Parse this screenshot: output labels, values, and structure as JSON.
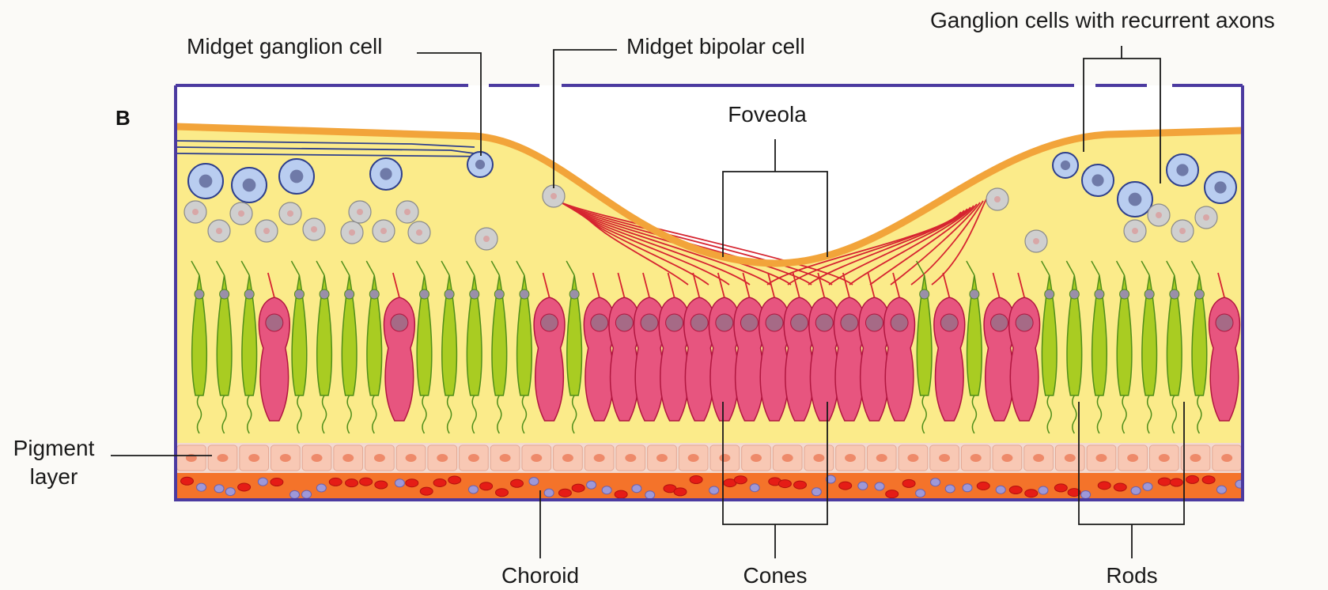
{
  "panel_letter": "B",
  "labels": {
    "midget_ganglion_cell": "Midget ganglion cell",
    "midget_bipolar_cell": "Midget bipolar cell",
    "ganglion_recurrent": "Ganglion cells with recurrent axons",
    "foveola": "Foveola",
    "pigment_layer_line1": "Pigment",
    "pigment_layer_line2": "layer",
    "choroid": "Choroid",
    "cones": "Cones",
    "rods": "Rods"
  },
  "colors": {
    "frame": "#4b3aa0",
    "retina_fill": "#fbeb8a",
    "inner_limiting": "#f2a43a",
    "rod_green": "#a9cc22",
    "rod_outline": "#4f8e1a",
    "cone_pink": "#e7557f",
    "cone_outline": "#b0163f",
    "cone_axon": "#d62430",
    "ganglion_blue": "#b9cdf0",
    "ganglion_outline": "#2e3f8c",
    "bipolar_gray": "#cfcfcf",
    "pigment_cell": "#f8c8b4",
    "choroid_base": "#f4732a",
    "choroid_red_cell": "#e51c16",
    "choroid_violet_cell": "#9e98d8"
  },
  "rows": {
    "photoreceptors": [
      "rod",
      "rod",
      "rod",
      "cone",
      "rod",
      "rod",
      "rod",
      "rod",
      "cone",
      "rod",
      "rod",
      "rod",
      "rod",
      "rod",
      "cone",
      "rod",
      "cone",
      "cone",
      "cone",
      "cone",
      "cone",
      "cone",
      "cone",
      "cone",
      "cone",
      "cone",
      "cone",
      "cone",
      "cone",
      "rod",
      "cone",
      "rod",
      "cone",
      "cone",
      "rod",
      "rod",
      "rod",
      "rod",
      "rod",
      "rod",
      "rod",
      "cone"
    ],
    "pigment_cell_count": 34
  }
}
